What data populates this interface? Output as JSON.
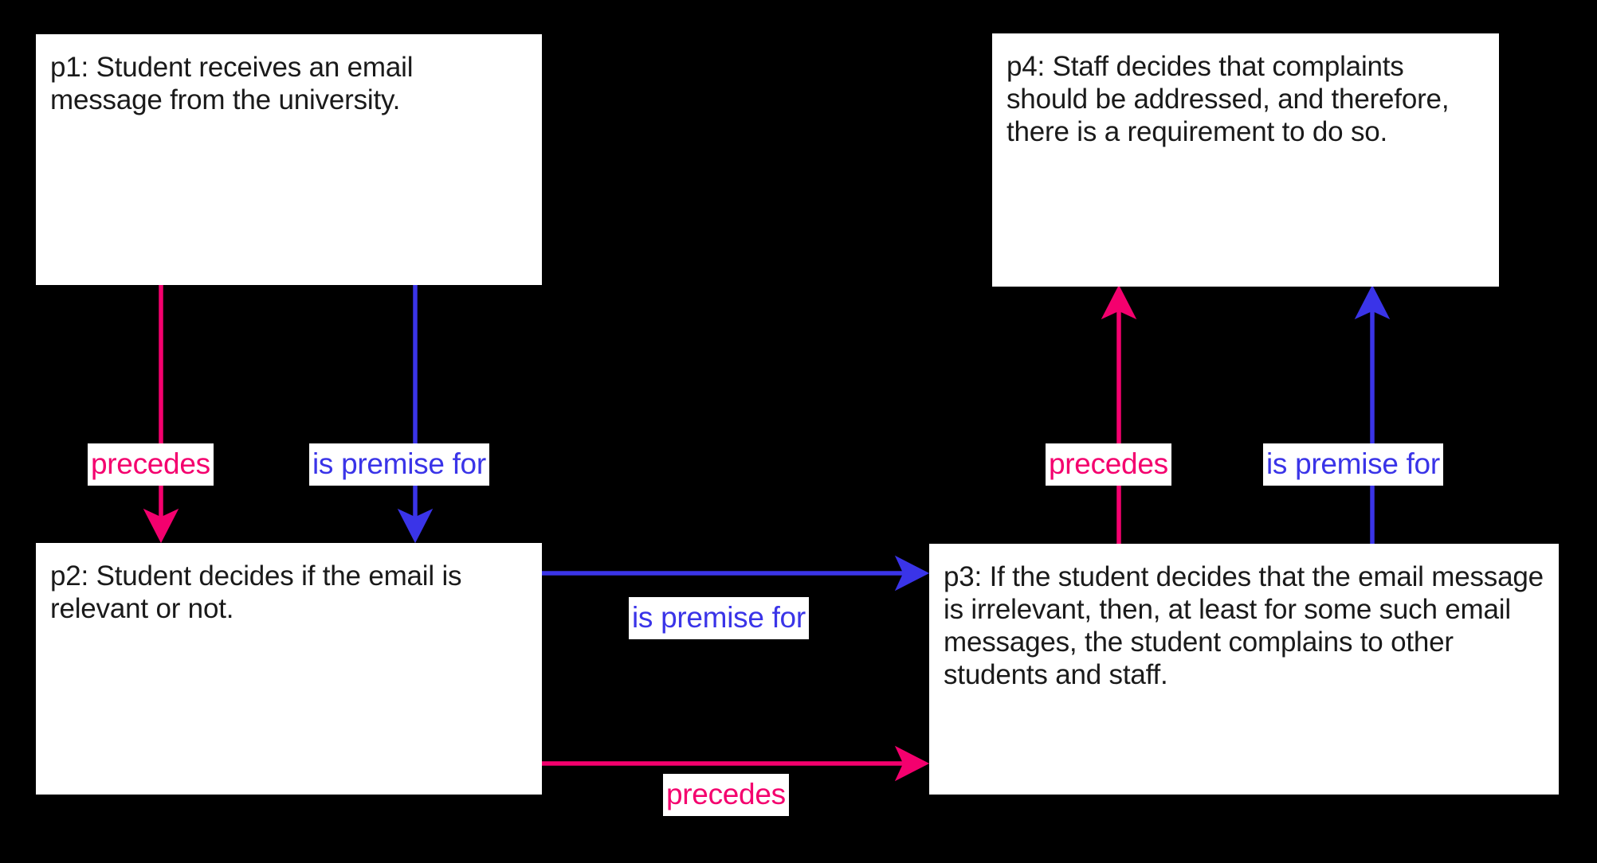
{
  "diagram": {
    "type": "argument-relation-graph",
    "background_color": "#000000",
    "node_fill": "#ffffff",
    "node_text_color": "#1a1a1a",
    "relation_colors": {
      "precedes": "#f4006e",
      "is premise for": "#3a34e8"
    },
    "nodes": [
      {
        "id": "p1",
        "label": "p1: Student receives an email message from the university.",
        "position": "top-left"
      },
      {
        "id": "p4",
        "label": "p4: Staff decides that complaints should be addressed, and therefore, there is a requirement to do so.",
        "position": "top-right"
      },
      {
        "id": "p2",
        "label": "p2: Student decides if the email is relevant or not.",
        "position": "bottom-left"
      },
      {
        "id": "p3",
        "label": "p3: If the student decides that the email message is irrelevant, then, at least for some such email messages, the student complains to other students and staff.",
        "position": "bottom-right"
      }
    ],
    "edges": [
      {
        "id": "e1",
        "from": "p1",
        "to": "p2",
        "label": "precedes",
        "color": "#f4006e",
        "direction": "down"
      },
      {
        "id": "e2",
        "from": "p1",
        "to": "p2",
        "label": "is premise for",
        "color": "#3a34e8",
        "direction": "down"
      },
      {
        "id": "e3",
        "from": "p3",
        "to": "p4",
        "label": "precedes",
        "color": "#f4006e",
        "direction": "up"
      },
      {
        "id": "e4",
        "from": "p3",
        "to": "p4",
        "label": "is premise for",
        "color": "#3a34e8",
        "direction": "up"
      },
      {
        "id": "e5",
        "from": "p2",
        "to": "p3",
        "label": "is premise for",
        "color": "#3a34e8",
        "direction": "right"
      },
      {
        "id": "e6",
        "from": "p2",
        "to": "p3",
        "label": "precedes",
        "color": "#f4006e",
        "direction": "right"
      }
    ]
  }
}
